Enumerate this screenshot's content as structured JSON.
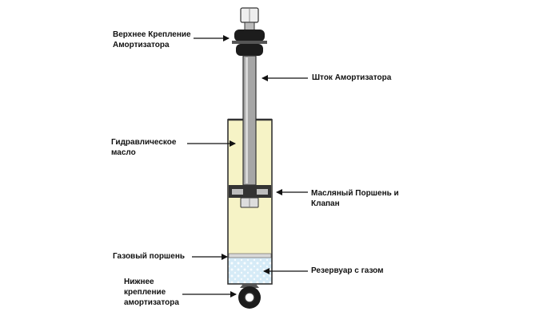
{
  "labels": {
    "upper_mount": [
      "Верхнее Крепление",
      "Амортизатора"
    ],
    "rod": "Шток Амортизатора",
    "hydraulic_oil": [
      "Гидравлическое",
      "масло"
    ],
    "oil_piston": [
      "Масляный Поршень и",
      "Клапан"
    ],
    "gas_piston": "Газовый поршень",
    "gas_reservoir": "Резервуар с газом",
    "lower_mount": [
      "Нижнее",
      "крепление",
      "амортизатора"
    ]
  },
  "colors": {
    "oil": "#f6f3c6",
    "rod": "#a6a6a6",
    "outline": "#333333",
    "gas": "#d6ebf7",
    "bushing": "#1c1c1c",
    "arrow": "#111111"
  }
}
